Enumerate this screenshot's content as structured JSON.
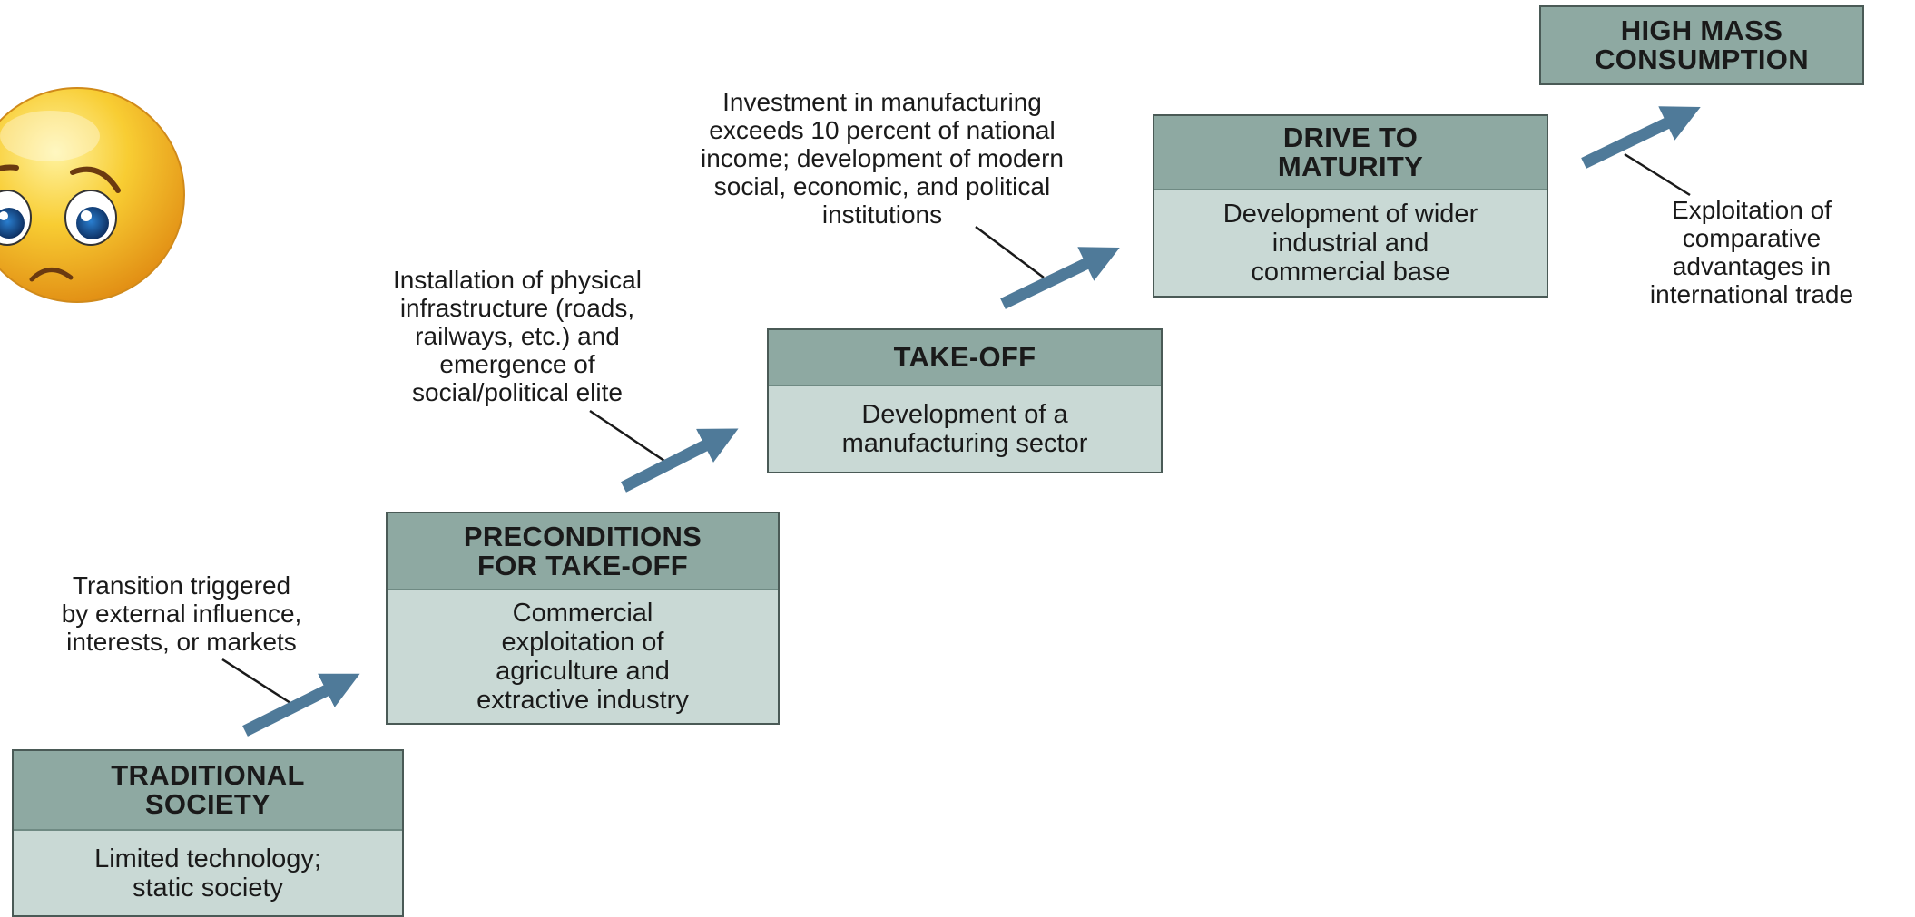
{
  "stages": {
    "traditional": {
      "title": [
        "TRADITIONAL",
        "SOCIETY"
      ],
      "desc": [
        "Limited technology;",
        "static society"
      ]
    },
    "preconditions": {
      "title": [
        "PRECONDITIONS",
        "FOR TAKE-OFF"
      ],
      "desc": [
        "Commercial",
        "exploitation of",
        "agriculture and",
        "extractive industry"
      ]
    },
    "takeoff": {
      "title": [
        "TAKE-OFF"
      ],
      "desc": [
        "Development of a",
        "manufacturing sector"
      ]
    },
    "maturity": {
      "title": [
        "DRIVE TO",
        "MATURITY"
      ],
      "desc": [
        "Development of wider",
        "industrial and",
        "commercial base"
      ]
    },
    "consumption": {
      "title": [
        "HIGH MASS",
        "CONSUMPTION"
      ]
    }
  },
  "notes": {
    "transition": [
      "Transition triggered",
      "by external influence,",
      "interests, or markets"
    ],
    "infrastructure": [
      "Installation of physical",
      "infrastructure (roads,",
      "railways, etc.) and",
      "emergence of",
      "social/political elite"
    ],
    "investment": [
      "Investment in manufacturing",
      "exceeds 10 percent of national",
      "income; development of modern",
      "social, economic, and political",
      "institutions"
    ],
    "exploitation": [
      "Exploitation of",
      "comparative",
      "advantages in",
      "international trade"
    ]
  },
  "colors": {
    "box_fill": "#c9d9d5",
    "header_fill": "#8ea9a2",
    "arrow": "#4f7a99",
    "emoji_face": "#f6c12b"
  },
  "icons": {
    "emoji": "sad-face-emoji-icon",
    "arrows": "diagonal-up-arrow-icon"
  }
}
